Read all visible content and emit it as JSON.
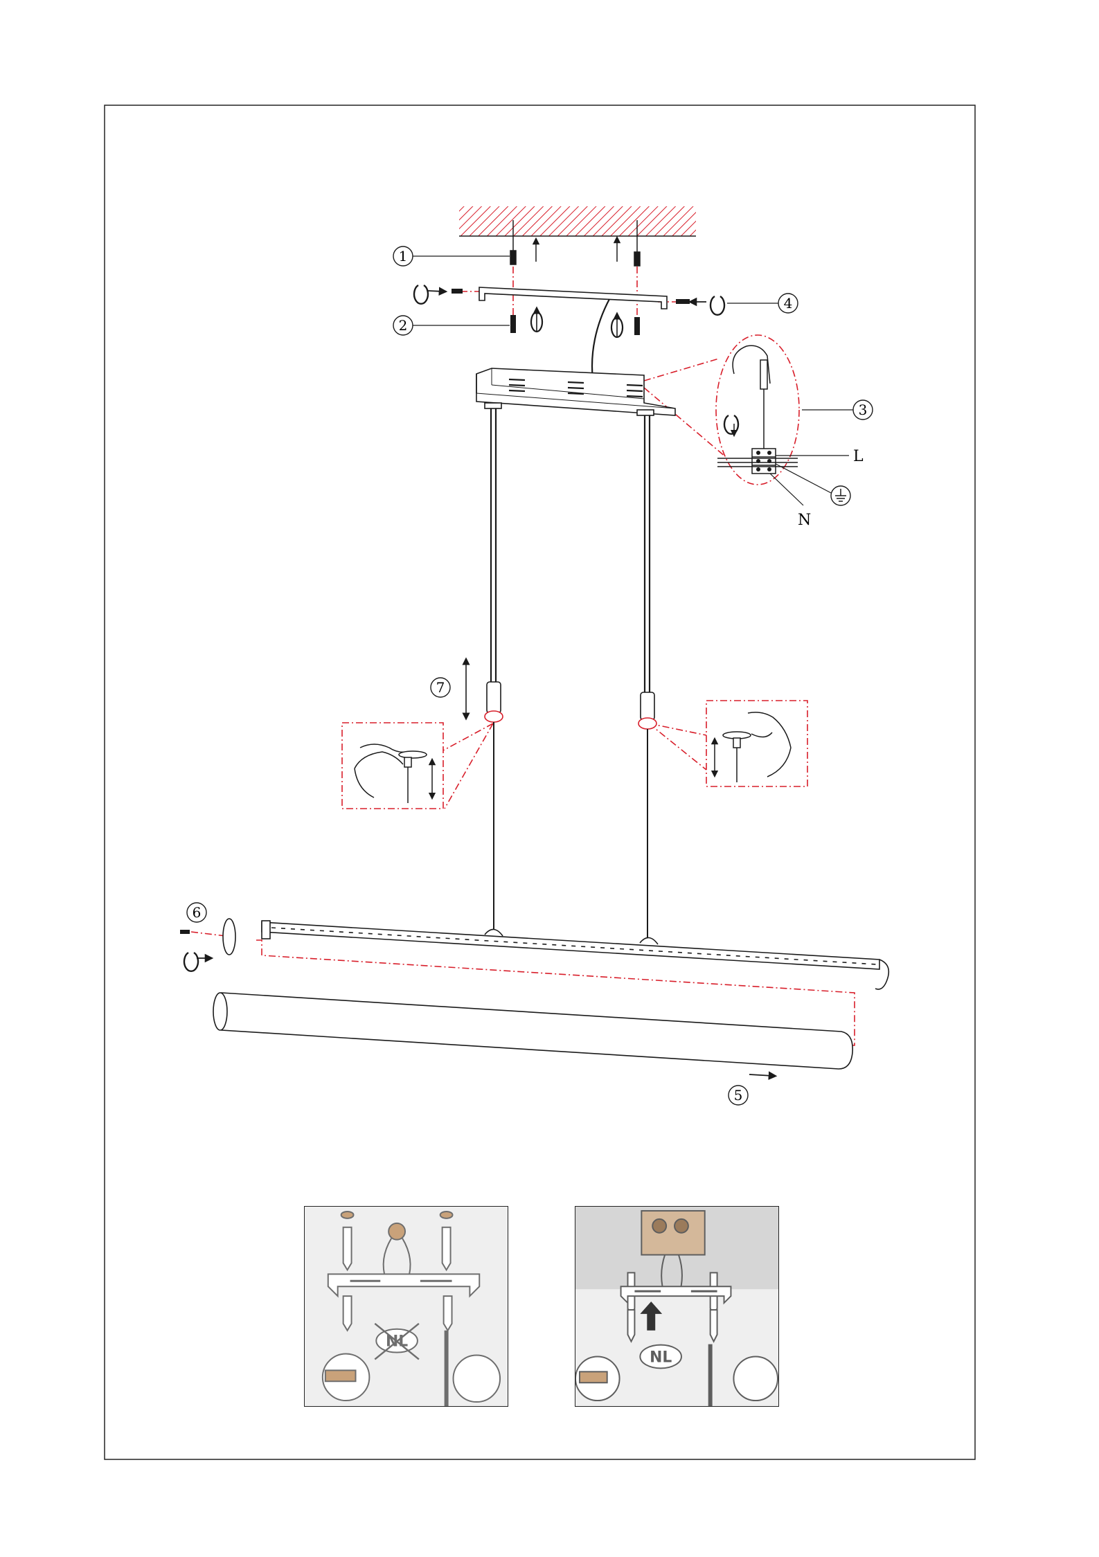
{
  "callouts": {
    "c1": "1",
    "c2": "2",
    "c3": "3",
    "c4": "4",
    "c5": "5",
    "c6": "6",
    "c7": "7"
  },
  "wires": {
    "live": "L",
    "neutral": "N"
  },
  "insets": {
    "left_badge": "NL",
    "right_badge": "NL"
  },
  "colors": {
    "line": "#1a1a1a",
    "guide_red": "#d81e2a",
    "ceiling_hatch": "#d81e2a"
  }
}
